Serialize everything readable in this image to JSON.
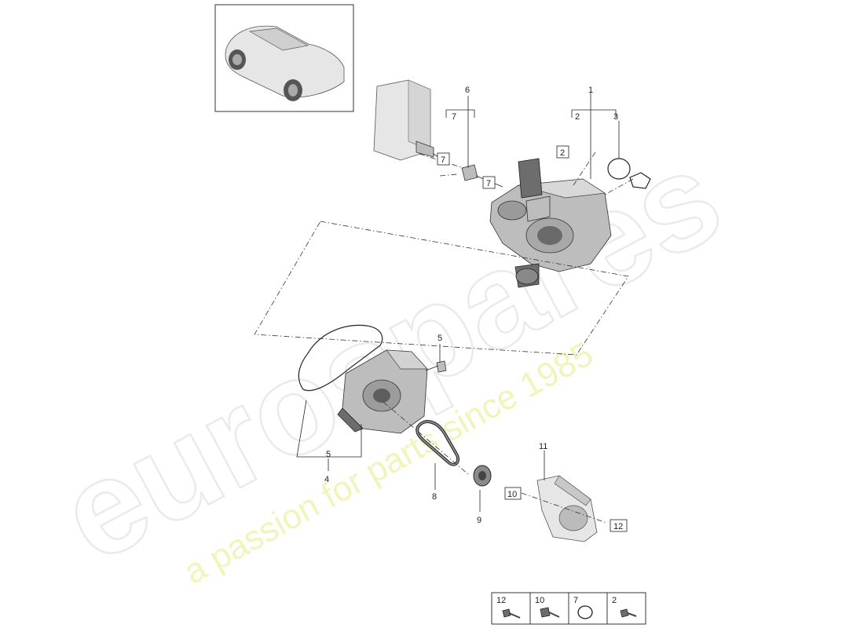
{
  "watermark": {
    "brand": "eurospares",
    "tagline": "a passion for parts since 1985"
  },
  "callouts": {
    "c1": "1",
    "c2": "2",
    "c3": "3",
    "c4": "4",
    "c5a": "5",
    "c5b": "5",
    "c6": "6",
    "c7a": "7",
    "c7b": "7",
    "c7c": "7",
    "c2box": "2",
    "c8": "8",
    "c9": "9",
    "c10": "10",
    "c11": "11",
    "c12": "12"
  },
  "legend": {
    "items": [
      {
        "number": "12"
      },
      {
        "number": "10"
      },
      {
        "number": "7"
      },
      {
        "number": "2"
      }
    ]
  }
}
